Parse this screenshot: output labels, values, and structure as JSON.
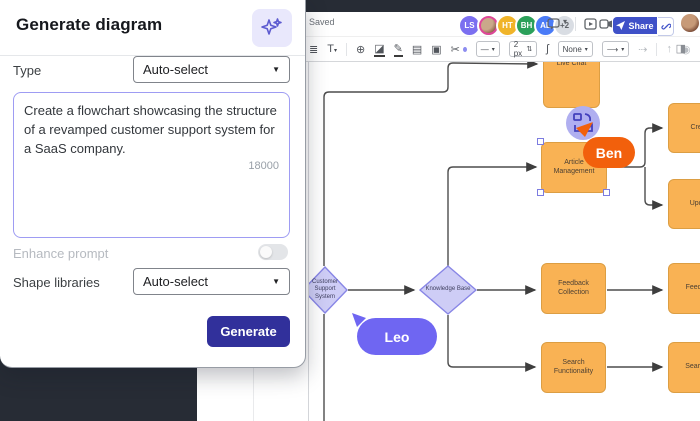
{
  "panel": {
    "title": "Generate diagram",
    "type_label": "Type",
    "type_value": "Auto-select",
    "prompt": "Create a flowchart showcasing the structure of a revamped customer support system for a SaaS company.",
    "char_count": "18000",
    "enhance_label": "Enhance prompt",
    "shape_lib_label": "Shape libraries",
    "shape_lib_value": "Auto-select",
    "generate_label": "Generate"
  },
  "topbar": {
    "saved": "Saved",
    "avatars": [
      {
        "initials": "LS",
        "color": "#7B6FF0"
      },
      {
        "initials": "",
        "color": "#C2447E"
      },
      {
        "initials": "HT",
        "color": "#F0B429"
      },
      {
        "initials": "BH",
        "color": "#2BA05A"
      },
      {
        "initials": "AL",
        "color": "#4A7BF7"
      },
      {
        "initials": "+2",
        "color": "#D9DDE3"
      }
    ],
    "share_label": "Share"
  },
  "toolbar": {
    "text_glyph": "T",
    "align_glyph": "≣",
    "shape_glyph": "⊕",
    "pencil_glyph": "✎",
    "fill_glyph": "◪",
    "image_glyph": "▤",
    "lock_glyph": "▣",
    "scissors_glyph": "✂",
    "line_sample": "—",
    "stroke_width": "2 px",
    "stepper_glyph": "⇅",
    "curve_glyph": "ʃ",
    "line_end_value": "None",
    "arrow_value": "⟶",
    "dashed_arrow_glyph": "⇢",
    "raise_glyph": "↑",
    "magnet_glyph": "◉",
    "locked_glyph": "▣",
    "panel_glyph": "◨"
  },
  "canvas": {
    "nodes": {
      "live_chat": "Live Chat",
      "article_management": "Article Management",
      "create_truncated": "Create",
      "update_truncated": "Update",
      "customer_support_system": "Customer Support System",
      "knowledge_base": "Knowledge Base",
      "feedback_collection": "Feedback Collection",
      "feedback_truncated": "Feedback",
      "search_functionality": "Search Functionality",
      "search_truncated": "Search by"
    },
    "cursors": {
      "ben": {
        "name": "Ben",
        "color": "#F2600C"
      },
      "leo": {
        "name": "Leo",
        "color": "#6F66F2"
      }
    }
  },
  "colors": {
    "accent_indigo": "#31309B",
    "share_blue": "#3F51C8",
    "node_orange_fill": "#F9B254",
    "node_orange_border": "#DC9E43",
    "diamond_fill": "#CECDF6",
    "diamond_border": "#8886E6",
    "dark_backdrop": "#272C35",
    "prompt_border": "#9E9CF3",
    "sparkle_bg": "#E9E8FC"
  }
}
